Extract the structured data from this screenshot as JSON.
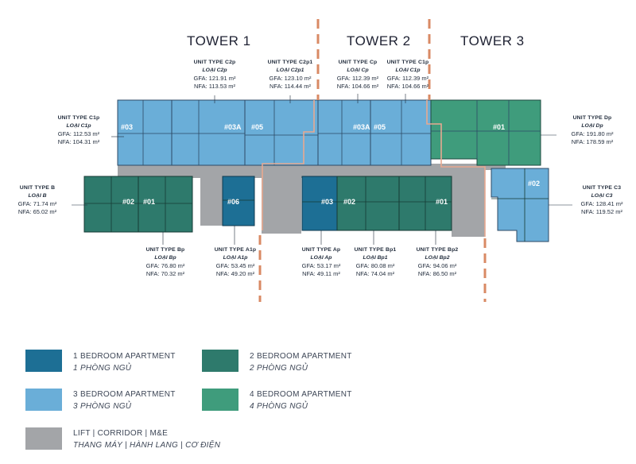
{
  "towers": {
    "t1": "TOWER 1",
    "t2": "TOWER 2",
    "t3": "TOWER 3"
  },
  "units": {
    "c1p_left": {
      "type": "UNIT TYPE C1p",
      "loai": "LOẠI C1p",
      "gfa": "GFA: 112.53 m²",
      "nfa": "NFA: 104.31 m²"
    },
    "c2p": {
      "type": "UNIT TYPE C2p",
      "loai": "LOẠI C2p",
      "gfa": "GFA: 121.91 m²",
      "nfa": "NFA: 113.53 m²"
    },
    "c2p1": {
      "type": "UNIT TYPE C2p1",
      "loai": "LOẠI C2p1",
      "gfa": "GFA: 123.10 m²",
      "nfa": "NFA: 114.44 m²"
    },
    "cp": {
      "type": "UNIT TYPE Cp",
      "loai": "LOẠI Cp",
      "gfa": "GFA: 112.39 m²",
      "nfa": "NFA: 104.66 m²"
    },
    "c1p_right": {
      "type": "UNIT TYPE C1p",
      "loai": "LOẠI C1p",
      "gfa": "GFA: 112.39 m²",
      "nfa": "NFA: 104.66 m²"
    },
    "dp": {
      "type": "UNIT TYPE Dp",
      "loai": "LOẠI Dp",
      "gfa": "GFA: 191.80 m²",
      "nfa": "NFA: 178.59 m²"
    },
    "b": {
      "type": "UNIT TYPE B",
      "loai": "LOẠI B",
      "gfa": "GFA: 71.74 m²",
      "nfa": "NFA: 65.02 m²"
    },
    "c3": {
      "type": "UNIT TYPE C3",
      "loai": "LOẠI C3",
      "gfa": "GFA: 128.41 m²",
      "nfa": "NFA: 119.52 m²"
    },
    "bp": {
      "type": "UNIT TYPE Bp",
      "loai": "LOẠI Bp",
      "gfa": "GFA: 76.80 m²",
      "nfa": "NFA: 70.32 m²"
    },
    "a1p": {
      "type": "UNIT TYPE A1p",
      "loai": "LOẠI A1p",
      "gfa": "GFA: 53.45 m²",
      "nfa": "NFA: 49.20 m²"
    },
    "ap": {
      "type": "UNIT TYPE Ap",
      "loai": "LOẠI Ap",
      "gfa": "GFA: 53.17 m²",
      "nfa": "NFA: 49.11 m²"
    },
    "bp1": {
      "type": "UNIT TYPE Bp1",
      "loai": "LOẠI Bp1",
      "gfa": "GFA: 80.08 m²",
      "nfa": "NFA: 74.04 m²"
    },
    "bp2": {
      "type": "UNIT TYPE Bp2",
      "loai": "LOẠI Bp2",
      "gfa": "GFA: 94.06 m²",
      "nfa": "NFA: 86.50 m²"
    }
  },
  "unit_labels": {
    "n03_t1": "#03",
    "n03a_t1": "#03A",
    "n05_t1": "#05",
    "n03a_t2": "#03A",
    "n05_t2": "#05",
    "n01_t3": "#01",
    "n02_t1": "#02",
    "n01_t1": "#01",
    "n06_t1": "#06",
    "n03_t2": "#03",
    "n02_t2": "#02",
    "n01_t2": "#01",
    "n02_t3": "#02"
  },
  "legend": [
    {
      "en": "1 BEDROOM APARTMENT",
      "vn": "1 PHÒNG NGỦ",
      "color": "#1d6f95"
    },
    {
      "en": "2 BEDROOM APARTMENT",
      "vn": "2 PHÒNG NGỦ",
      "color": "#2e7a6c"
    },
    {
      "en": "3 BEDROOM APARTMENT",
      "vn": "3 PHÒNG NGỦ",
      "color": "#6aaed8"
    },
    {
      "en": "4 BEDROOM APARTMENT",
      "vn": "4 PHÒNG NGỦ",
      "color": "#3f9c7c"
    },
    {
      "en": "LIFT | CORRIDOR | M&E",
      "vn": "THANG MÁY | HÀNH LANG | CƠ ĐIỆN",
      "color": "#a3a5a8"
    }
  ],
  "colors": {
    "one_bed": "#1d6f95",
    "two_bed": "#2e7a6c",
    "three_bed": "#6aaed8",
    "four_bed": "#3f9c7c",
    "corridor": "#a3a5a8",
    "tower_divider": "#d98a64"
  }
}
